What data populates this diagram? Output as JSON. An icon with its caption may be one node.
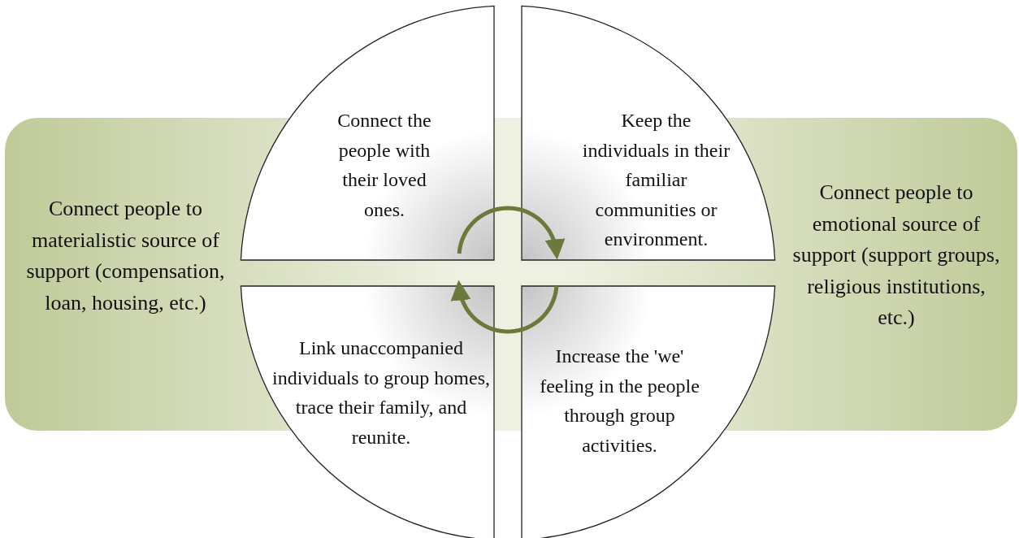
{
  "diagram": {
    "nodes": [
      {
        "text": [
          "Connect people to materialistic source of support (compensation, loan, housing, etc.)"
        ]
      },
      {
        "text": [
          "Connect the people with their loved ones."
        ]
      },
      {
        "text": [
          "Keep the individuals in their familiar communities or environment."
        ]
      },
      {
        "text": [
          "Link unaccompanied individuals to group homes, trace their family, and reunite."
        ]
      },
      {
        "text": [
          "Increase the 'we' feeling in the people through group activities."
        ]
      },
      {
        "text": [
          "Connect people to emotional source of support (support groups, religious institutions, etc.)"
        ]
      }
    ],
    "edges": [
      {
        "from": 1,
        "to": 2,
        "arrow": "to"
      },
      {
        "from": 4,
        "to": 3,
        "arrow": "to"
      }
    ]
  }
}
